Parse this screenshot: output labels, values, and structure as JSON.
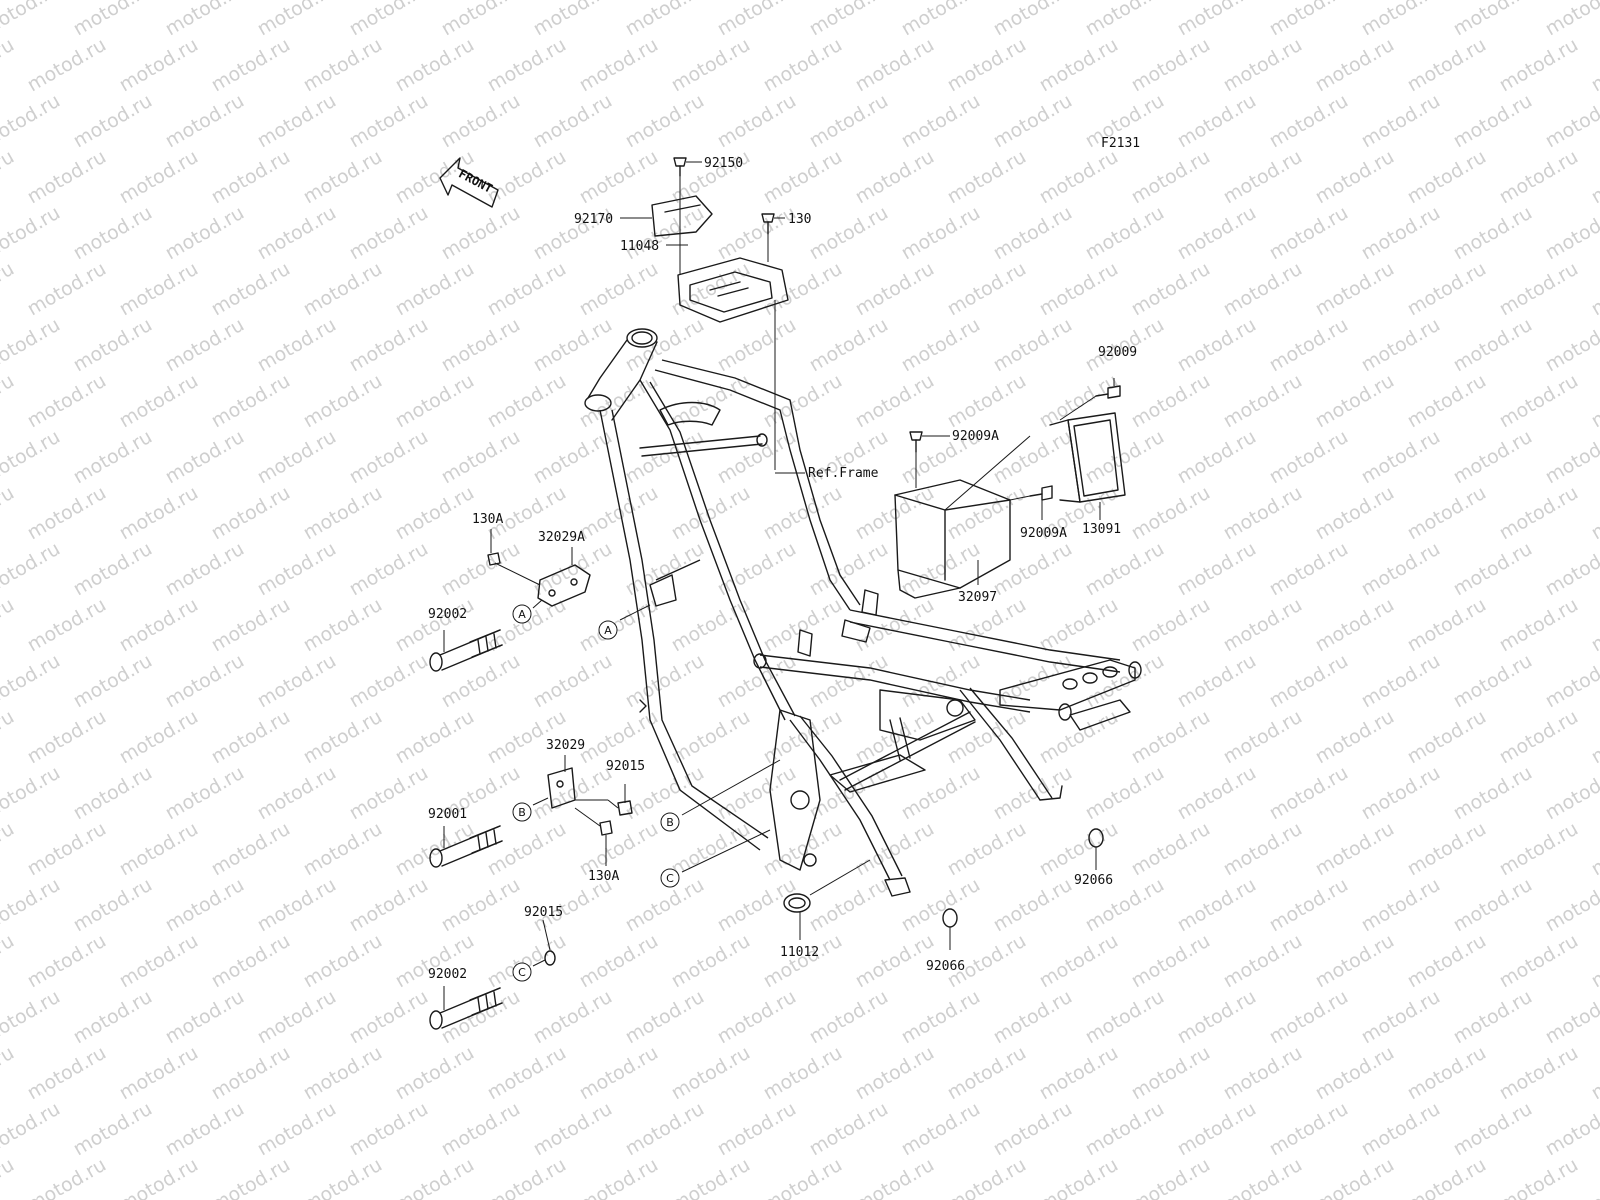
{
  "figure_code": "F2131",
  "front_label": "FRONT",
  "ref_frame_label": "Ref.Frame",
  "watermark": "motod.ru",
  "callouts": {
    "A": "A",
    "B": "B",
    "C": "C"
  },
  "parts": {
    "p92150": "92150",
    "p92170": "92170",
    "p130": "130",
    "p11048": "11048",
    "p92009": "92009",
    "p92009A_top": "92009A",
    "p92009A_bottom": "92009A",
    "p13091": "13091",
    "p32097": "32097",
    "p130A_top": "130A",
    "p32029A": "32029A",
    "p92002_top": "92002",
    "p32029": "32029",
    "p92015_mid": "92015",
    "p92001": "92001",
    "p130A_bottom": "130A",
    "p92015_bottom": "92015",
    "p92002_bottom": "92002",
    "p11012": "11012",
    "p92066_left": "92066",
    "p92066_right": "92066"
  },
  "colors": {
    "line": "#1a1a1a",
    "watermark": "#cfcfcf",
    "background": "#ffffff"
  }
}
